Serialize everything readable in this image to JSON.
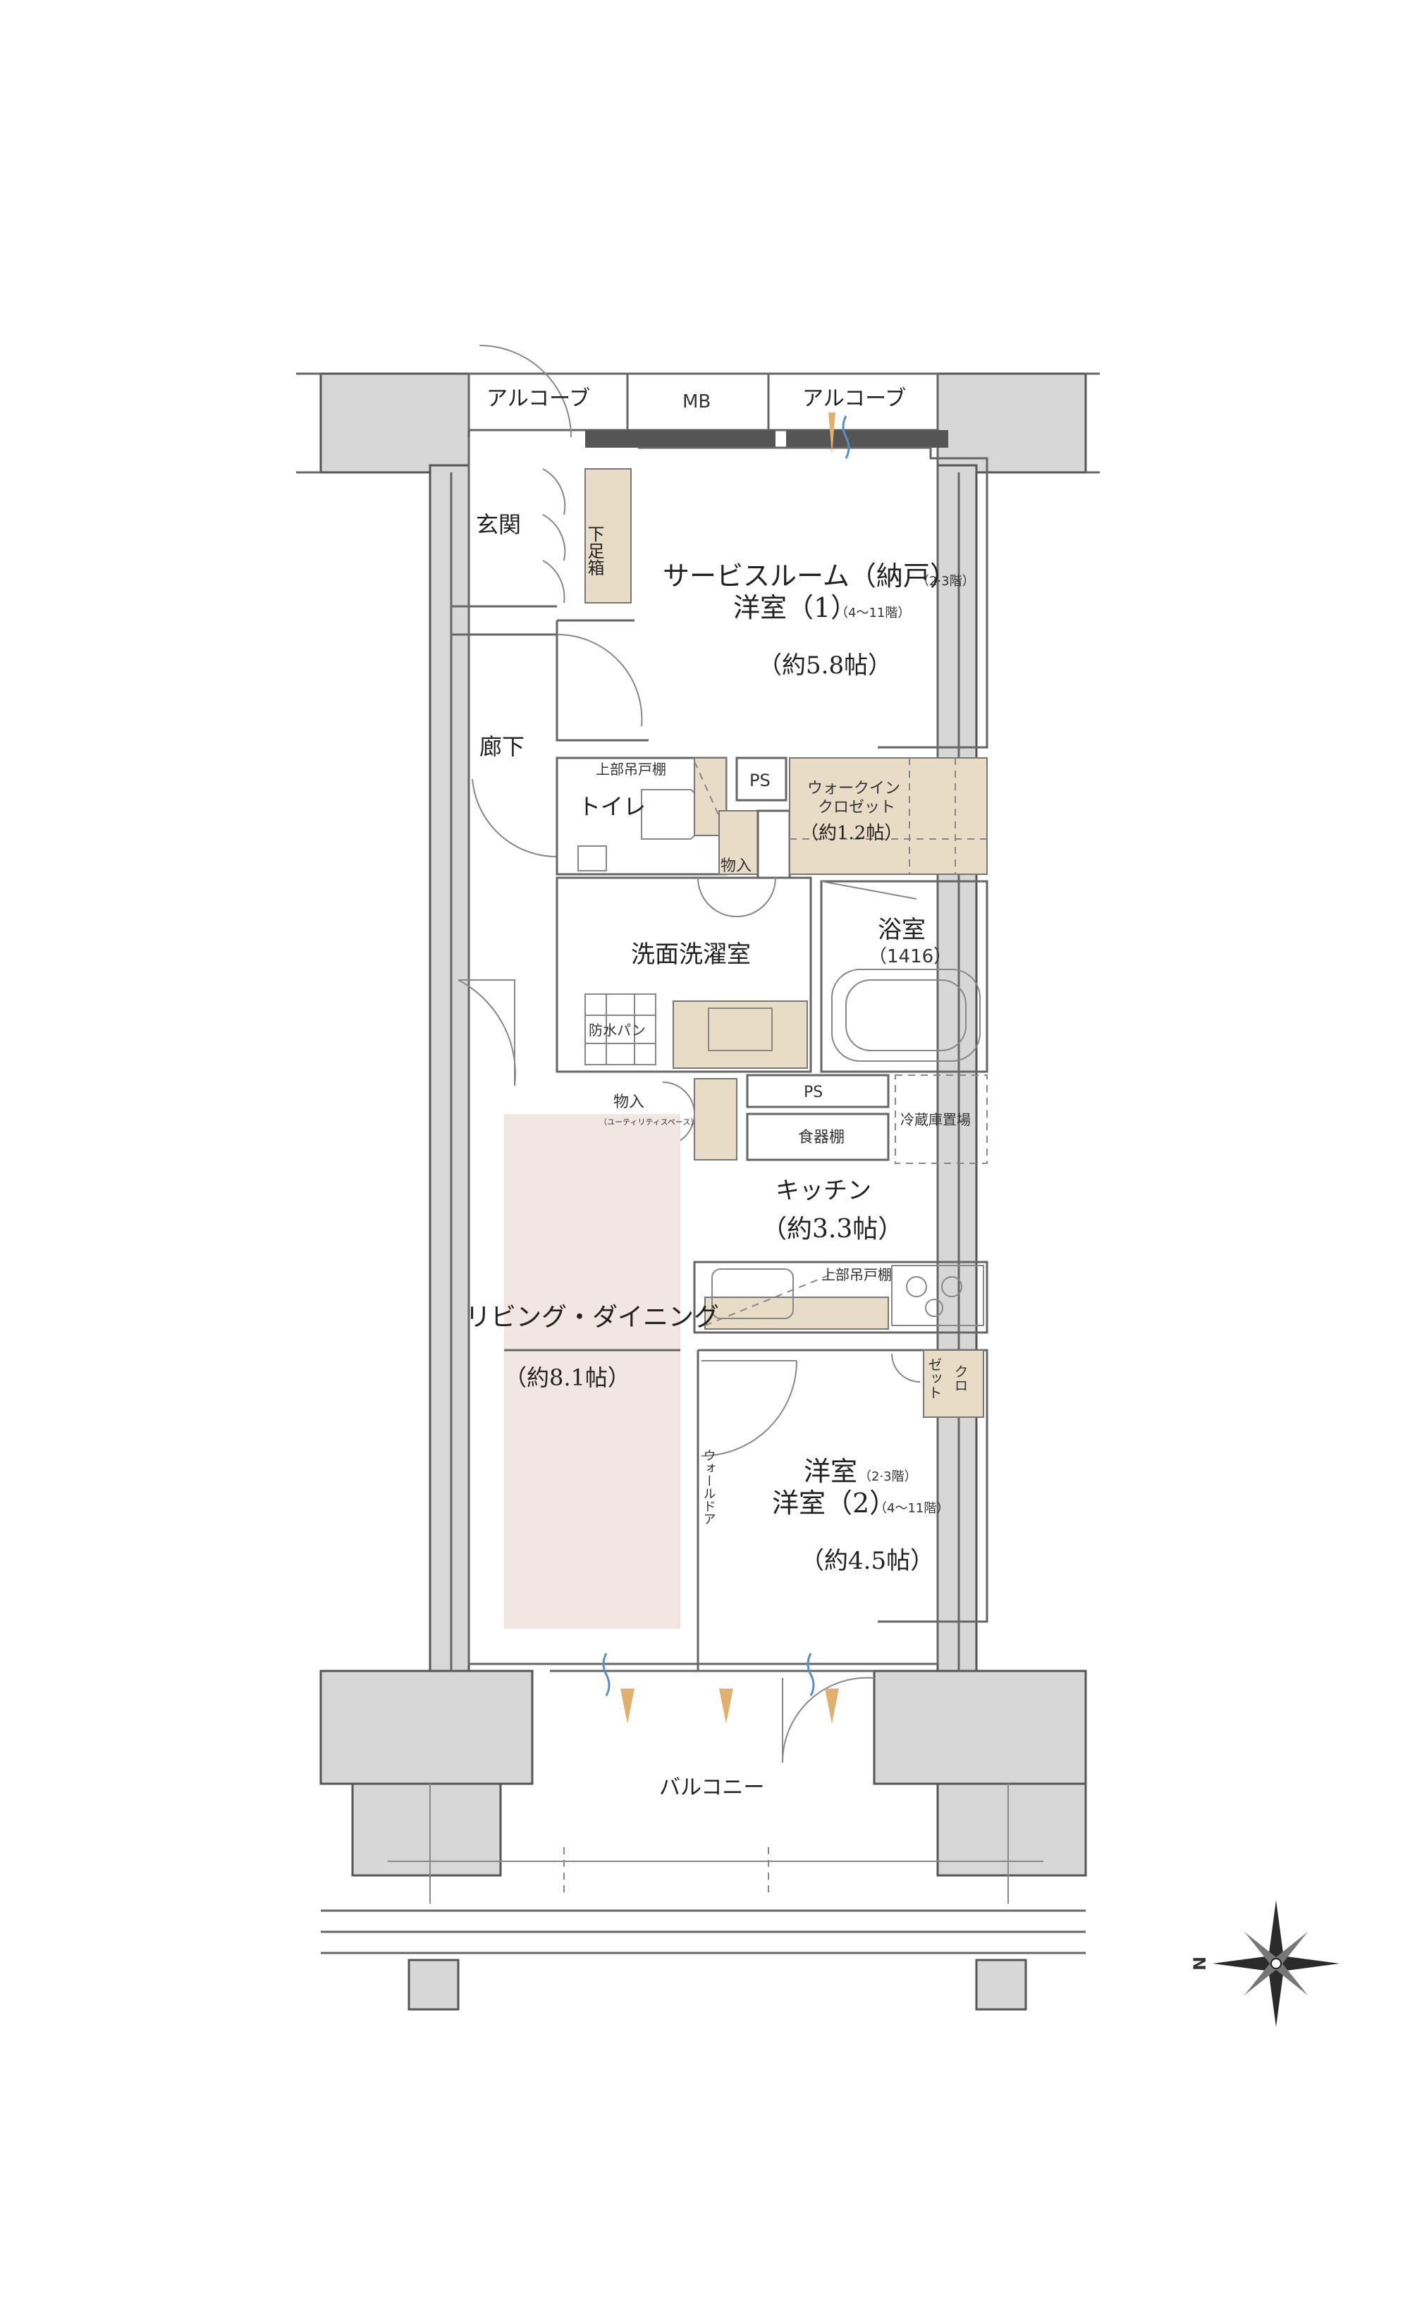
{
  "labels": {
    "alcove_left": "アルコーブ",
    "mb": "MB",
    "alcove_right": "アルコーブ",
    "genkan": "玄関",
    "shoebox": "下足箱",
    "service_room": "サービスルーム（納戸）",
    "service_room_floors": "（2·3階）",
    "western1": "洋室（1）",
    "western1_floors": "（4～11階）",
    "western1_area": "（約5.8帖）",
    "corridor": "廊下",
    "upper_cabinet_toilet": "上部吊戸棚",
    "ps_top": "PS",
    "toilet": "トイレ",
    "walkin_closet_1": "ウォークイン",
    "walkin_closet_2": "クロゼット",
    "walkin_area": "（約1.2帖）",
    "storage1": "物入",
    "washroom": "洗面洗濯室",
    "bath": "浴室",
    "bath_size": "（1416）",
    "waterproof_pan": "防水パン",
    "ps_mid": "PS",
    "storage2": "物入",
    "utility_space": "（ユーティリティスペース）",
    "dish_shelf": "食器棚",
    "fridge": "冷蔵庫置場",
    "kitchen": "キッチン",
    "kitchen_area": "（約3.3帖）",
    "upper_cabinet_kitchen": "上部吊戸棚",
    "living": "リビング・ダイニング",
    "living_area": "（約8.1帖）",
    "closet_1": "クロ",
    "closet_2": "ゼット",
    "wall_door": "ウォールドア",
    "western_floors_a": "洋室",
    "western_floors_a_note": "（2·3階）",
    "western2": "洋室（2）",
    "western2_floors": "（4～11階）",
    "western2_area": "（約4.5帖）",
    "balcony": "バルコニー",
    "north": "N"
  },
  "colors": {
    "wall": "#d7d7d7",
    "storage": "#e8dcc6",
    "living_rug": "#f1e6e2",
    "vent": "#e0b070",
    "vent_wave": "#5b8fc0"
  }
}
